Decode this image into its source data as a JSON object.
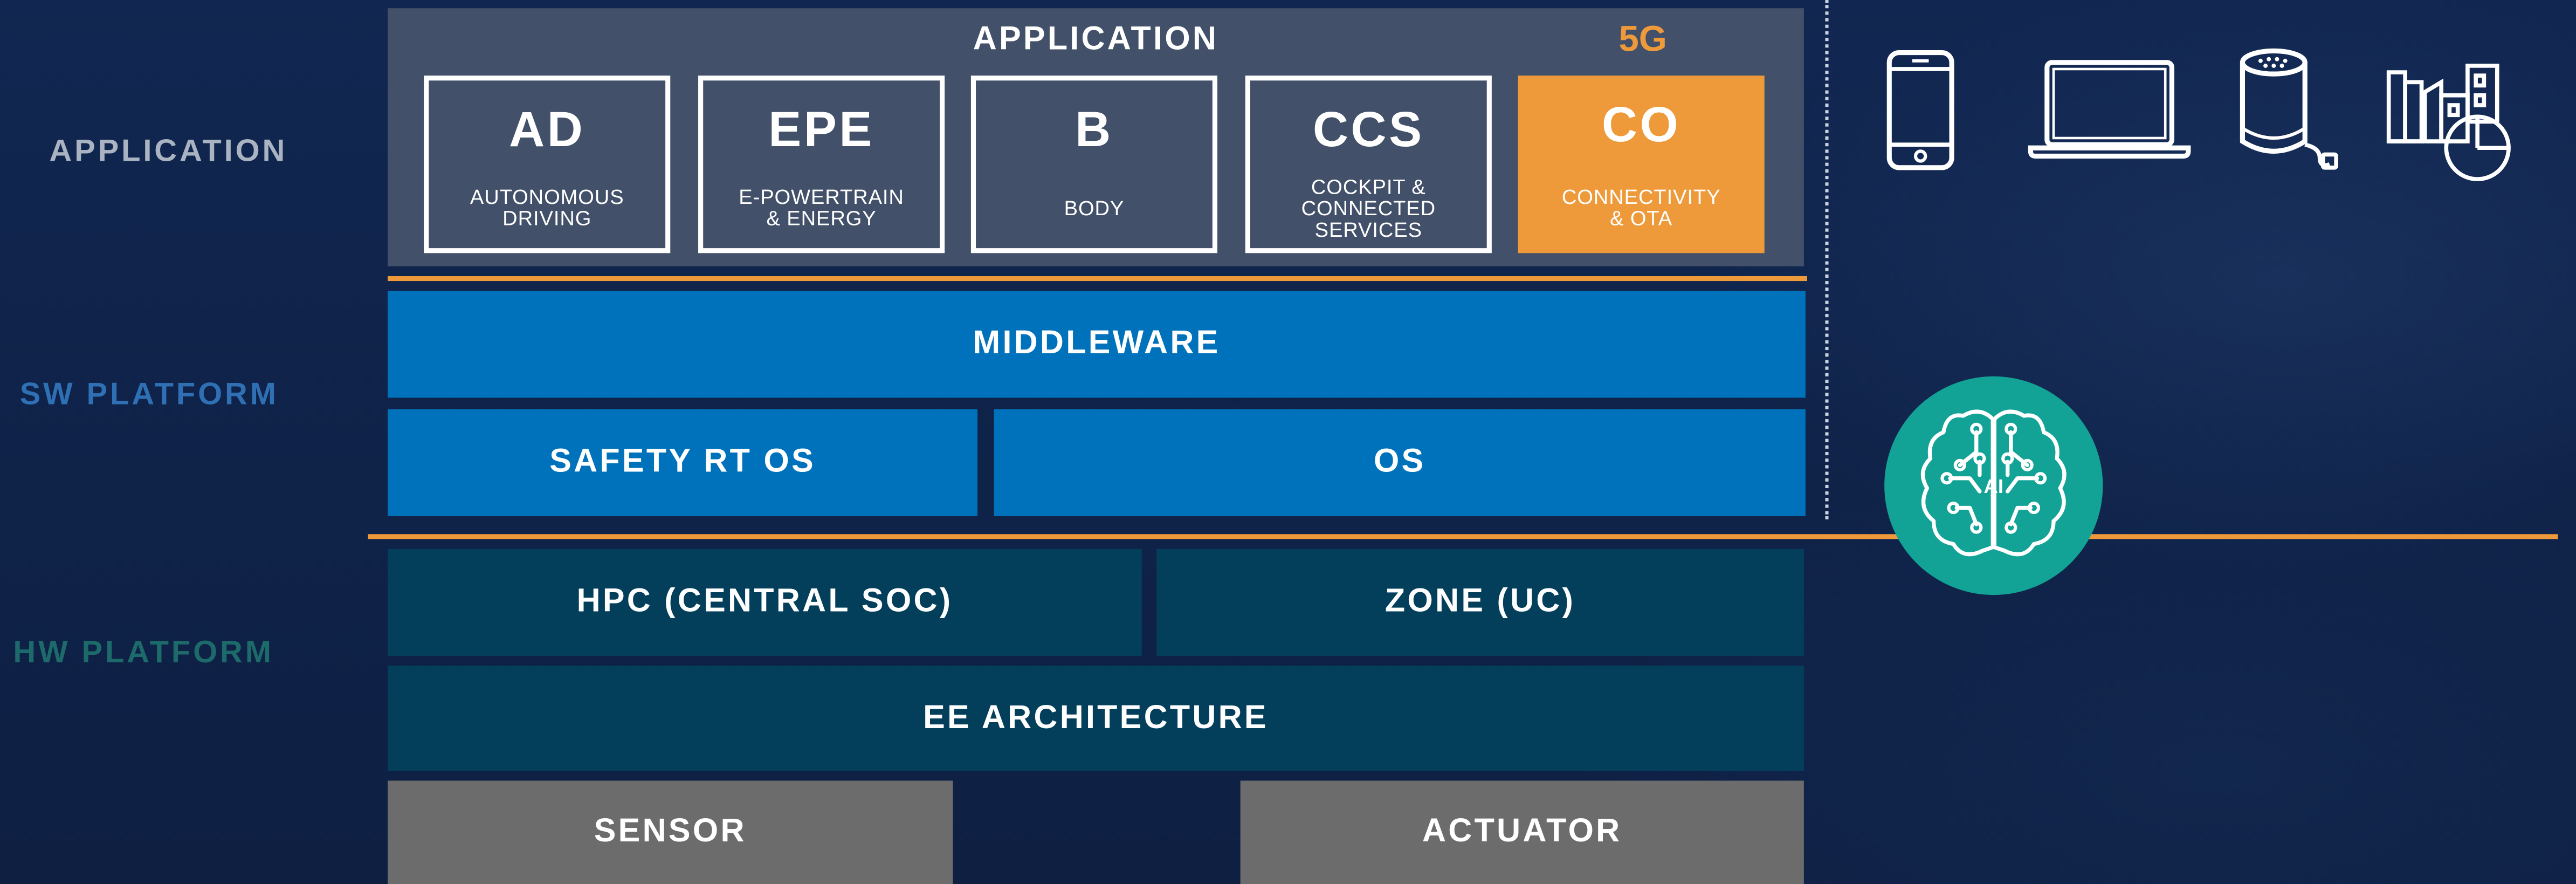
{
  "colors": {
    "background": "#0f2248",
    "app_panel": "#425169",
    "accent_orange": "#ef9a3a",
    "sw_blue": "#0072bb",
    "hw_teal": "#033f5b",
    "peripheral_gray": "#6c6c6c",
    "ai_teal": "#12a296",
    "label_app": "#aab3c1",
    "label_sw": "#2f6fb3",
    "label_hw": "#1d6a6a"
  },
  "side_labels": {
    "application": "APPLICATION",
    "sw_platform": "SW PLATFORM",
    "hw_platform": "HW PLATFORM"
  },
  "application": {
    "title": "APPLICATION",
    "fiveg": "5G",
    "domains": [
      {
        "code": "AD",
        "desc": "AUTONOMOUS\nDRIVING"
      },
      {
        "code": "EPE",
        "desc": "E-POWERTRAIN\n& ENERGY"
      },
      {
        "code": "B",
        "desc": "BODY"
      },
      {
        "code": "CCS",
        "desc": "COCKPIT &\nCONNECTED\nSERVICES"
      },
      {
        "code": "CO",
        "desc": "CONNECTIVITY\n& OTA"
      }
    ]
  },
  "sw_platform": {
    "middleware": "MIDDLEWARE",
    "safety_rt_os": "SAFETY RT OS",
    "os": "OS"
  },
  "hw_platform": {
    "hpc": "HPC (CENTRAL SOC)",
    "zone": "ZONE (UC)",
    "ee_architecture": "EE ARCHITECTURE"
  },
  "peripherals": {
    "sensor": "SENSOR",
    "actuator": "ACTUATOR"
  },
  "devices": {
    "icons": [
      "smartphone-icon",
      "laptop-icon",
      "smart-speaker-icon",
      "smart-city-icon"
    ],
    "ai_label": "AI"
  }
}
